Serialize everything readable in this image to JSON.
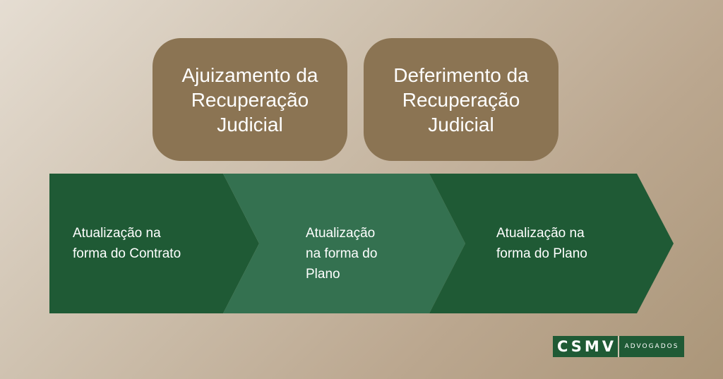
{
  "milestones": [
    {
      "label": "Ajuizamento da\nRecuperação\nJudicial"
    },
    {
      "label": "Deferimento da\nRecuperação\nJudicial"
    }
  ],
  "stages": [
    {
      "label": "Atualização na\nforma do Contrato",
      "color": "#1f5a35"
    },
    {
      "label": "Atualização\nna forma do\nPlano",
      "color": "#347150"
    },
    {
      "label": "Atualização na\nforma do Plano",
      "color": "#1f5a35"
    }
  ],
  "logo": {
    "mark": "CSMV",
    "word": "ADVOGADOS",
    "color": "#1f5a35"
  },
  "colors": {
    "milestone": "#8b7453",
    "stage_dark": "#1f5a35",
    "stage_light": "#347150"
  }
}
